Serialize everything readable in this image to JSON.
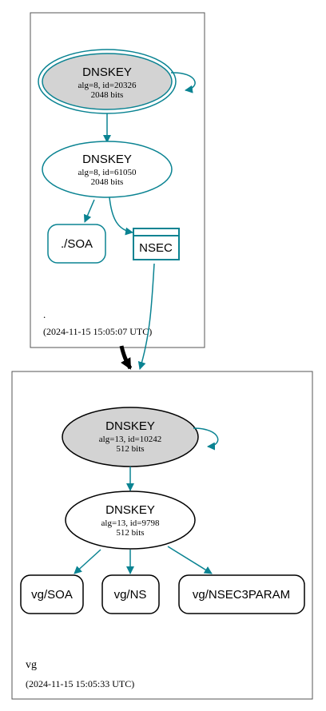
{
  "colors": {
    "teal": "#0a8392",
    "black": "#000000",
    "ksk_fill": "#d3d3d3",
    "background": "#ffffff"
  },
  "zones": [
    {
      "name": ".",
      "timestamp": "(2024-11-15 15:05:07 UTC)",
      "ksk": {
        "title": "DNSKEY",
        "alg": "alg=8, id=20326",
        "bits": "2048 bits"
      },
      "zsk": {
        "title": "DNSKEY",
        "alg": "alg=8, id=61050",
        "bits": "2048 bits"
      },
      "rrsets": [
        "./SOA"
      ],
      "nsec": "NSEC"
    },
    {
      "name": "vg",
      "timestamp": "(2024-11-15 15:05:33 UTC)",
      "ksk": {
        "title": "DNSKEY",
        "alg": "alg=13, id=10242",
        "bits": "512 bits"
      },
      "zsk": {
        "title": "DNSKEY",
        "alg": "alg=13, id=9798",
        "bits": "512 bits"
      },
      "rrsets": [
        "vg/SOA",
        "vg/NS",
        "vg/NSEC3PARAM"
      ]
    }
  ]
}
